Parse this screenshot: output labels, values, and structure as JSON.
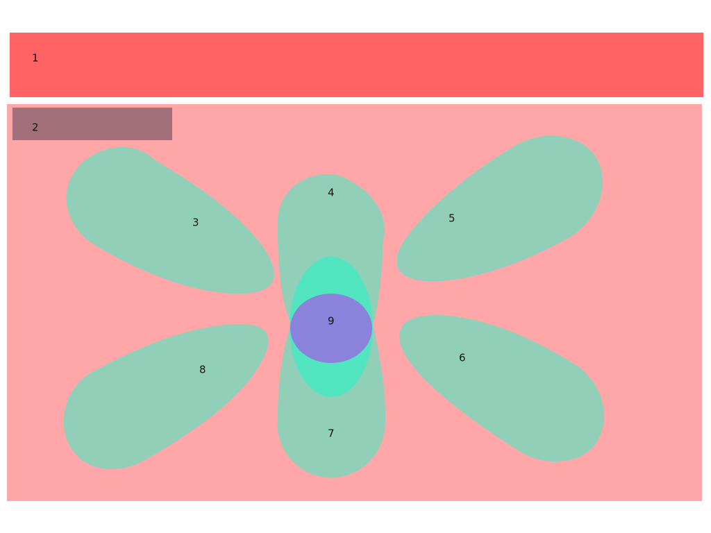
{
  "colors": {
    "background": "#ffffff",
    "header_bar": "#ff6363",
    "main_panel": "#ffa7a8",
    "tag_box": "#a1707b",
    "petal": "#91cfb8",
    "inner_shape": "#51e6c0",
    "center": "#8b83db"
  },
  "regions": [
    {
      "id": "region-1",
      "label": "1"
    },
    {
      "id": "region-2",
      "label": "2"
    },
    {
      "id": "region-3",
      "label": "3"
    },
    {
      "id": "region-4",
      "label": "4"
    },
    {
      "id": "region-5",
      "label": "5"
    },
    {
      "id": "region-6",
      "label": "6"
    },
    {
      "id": "region-7",
      "label": "7"
    },
    {
      "id": "region-8",
      "label": "8"
    },
    {
      "id": "region-9",
      "label": "9"
    }
  ]
}
